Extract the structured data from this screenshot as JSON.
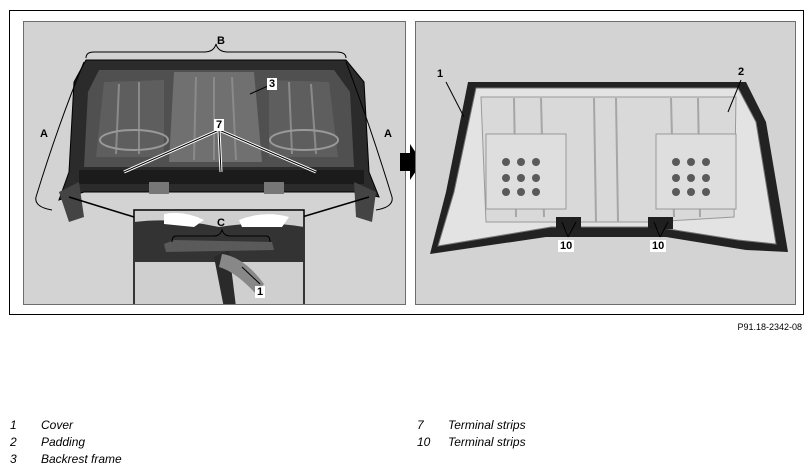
{
  "figure": {
    "reference": "P91.18-2342-08",
    "left_panel": {
      "callouts": [
        "A",
        "B",
        "3",
        "7",
        "A",
        "C",
        "1"
      ]
    },
    "right_panel": {
      "callouts": [
        "1",
        "2",
        "10",
        "10"
      ]
    }
  },
  "legend": {
    "left": [
      {
        "num": "1",
        "text": "Cover"
      },
      {
        "num": "2",
        "text": "Padding"
      },
      {
        "num": "3",
        "text": "Backrest frame"
      }
    ],
    "right": [
      {
        "num": "7",
        "text": "Terminal strips"
      },
      {
        "num": "10",
        "text": "Terminal strips"
      }
    ]
  }
}
